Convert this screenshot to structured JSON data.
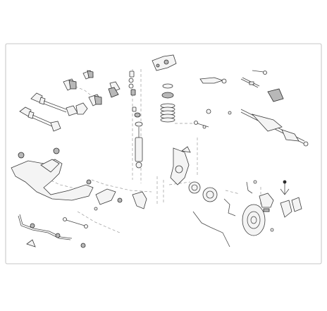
{
  "diagram": {
    "type": "exploded-view",
    "colors": {
      "background": "#ffffff",
      "line": "#4a4a4a",
      "part_fill": "#f4f4f4",
      "dark_part": "#2e2e2e",
      "guide": "#9a9a9a"
    },
    "parts": [
      "drive-shaft-upper",
      "drive-shaft-lower",
      "cv-boot-set",
      "boot-clamps",
      "engine-mount-bracket",
      "strut-top-mount",
      "strut-bearing",
      "coil-spring",
      "shock-absorber",
      "upper-control-arm",
      "tie-rod",
      "steering-rack",
      "subframe-crossmember",
      "lower-control-arm",
      "stabilizer-bar",
      "stabilizer-links",
      "wheel-hub",
      "steering-knuckle",
      "brake-disc",
      "brake-caliper",
      "brake-pads",
      "abs-sensor",
      "brake-hoses"
    ]
  }
}
